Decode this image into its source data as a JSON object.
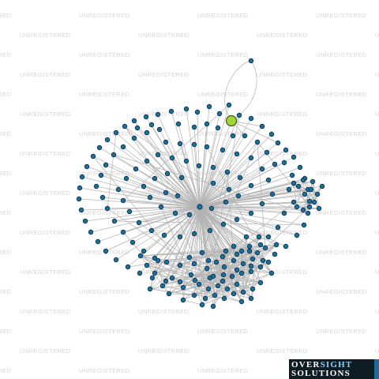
{
  "watermark": {
    "text": "UNREGISTERED"
  },
  "logo": {
    "line1_a": "OVER",
    "line1_b": "SIGHT",
    "line2": "SOLUTIONS"
  },
  "graph": {
    "node_color": "#1a6e9c",
    "focus_node_color": "#a4d63a",
    "edge_color": "#b3b3b3"
  }
}
